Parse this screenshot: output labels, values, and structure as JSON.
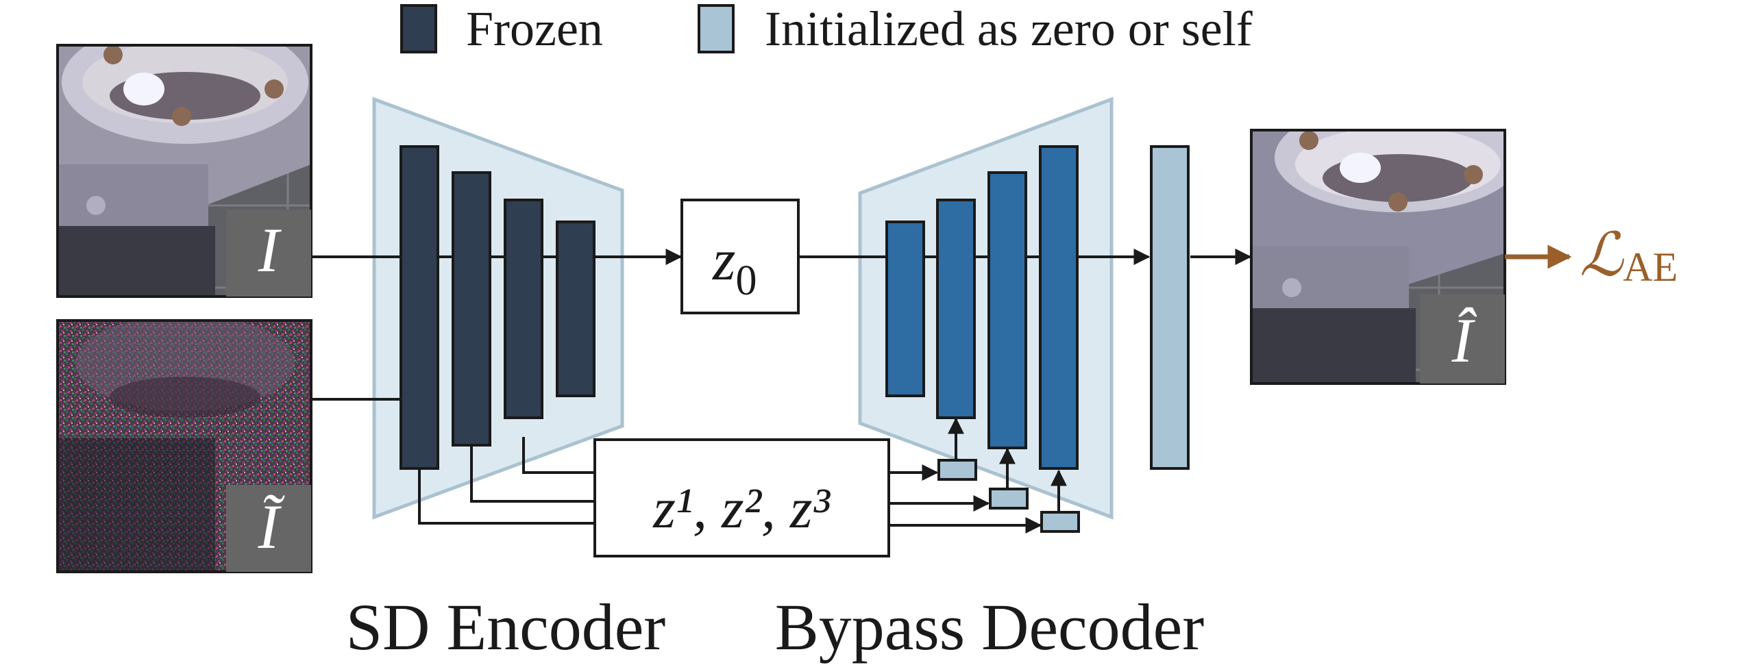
{
  "legend": {
    "frozen_label": "Frozen",
    "init_label": "Initialized as zero or self",
    "frozen_color": "#2f3e50",
    "init_color": "#a9c4d4"
  },
  "inputs": {
    "clean_label": "I",
    "noisy_label": "Ĩ"
  },
  "output": {
    "label": "Î"
  },
  "latent": {
    "z0_base": "z",
    "z0_sub": "0",
    "skip_text": "z¹, z², z³"
  },
  "loss": {
    "symbol": "ℒ",
    "subscript": "AE",
    "color": "#9a5f2a"
  },
  "captions": {
    "encoder": "SD Encoder",
    "decoder": "Bypass Decoder"
  },
  "colors": {
    "trapezoid_fill": "#dce9f1",
    "trapezoid_stroke": "#aac2d0",
    "encoder_block": "#2f3e50",
    "decoder_block": "#2e6ca4",
    "light_block": "#a9c4d4"
  }
}
